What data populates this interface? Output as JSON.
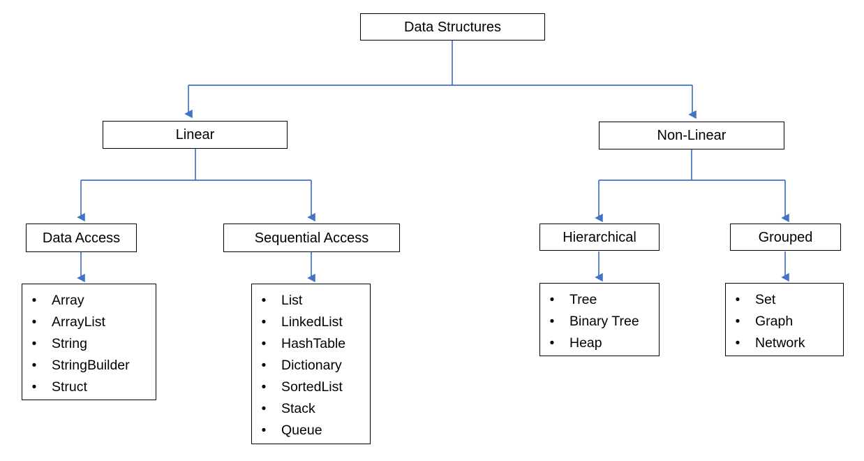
{
  "diagram": {
    "title": "Data Structures",
    "line_color": "#4472C4",
    "box_border_color": "#000000",
    "text_color": "#000000",
    "background": "#ffffff",
    "bullet_glyph": "•"
  },
  "nodes": {
    "root": {
      "label": "Data Structures"
    },
    "linear": {
      "label": "Linear"
    },
    "nonlinear": {
      "label": "Non-Linear"
    },
    "data_access": {
      "label": "Data Access"
    },
    "sequential_access": {
      "label": "Sequential Access"
    },
    "hierarchical": {
      "label": "Hierarchical"
    },
    "grouped": {
      "label": "Grouped"
    }
  },
  "leaf_lists": {
    "data_access_items": [
      "Array",
      "ArrayList",
      "String",
      "StringBuilder",
      "Struct"
    ],
    "sequential_access_items": [
      "List",
      "LinkedList",
      "HashTable",
      "Dictionary",
      "SortedList",
      "Stack",
      "Queue"
    ],
    "hierarchical_items": [
      "Tree",
      "Binary Tree",
      "Heap"
    ],
    "grouped_items": [
      "Set",
      "Graph",
      "Network"
    ]
  }
}
